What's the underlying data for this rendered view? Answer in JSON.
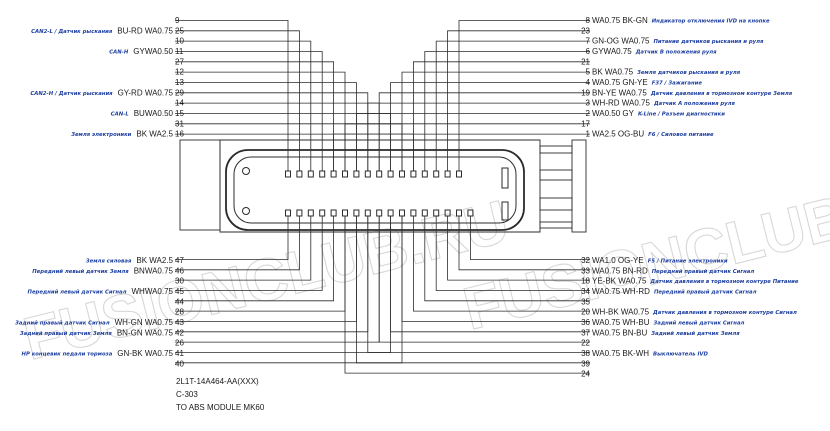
{
  "watermark": "FUSIONCLUB.RU",
  "caption": [
    "2L1T-14A464-AA(XXX)",
    "C-303",
    "TO ABS MODULE MK60"
  ],
  "colors": {
    "wire": "#2b2b2b",
    "note": "#1d3fa0"
  },
  "left_top": [
    {
      "pin": "9",
      "wire": "",
      "note": ""
    },
    {
      "pin": "25",
      "wire": "BU-RD WA0.75",
      "note": "CAN2-L / Датчик рыскания"
    },
    {
      "pin": "10",
      "wire": "",
      "note": ""
    },
    {
      "pin": "11",
      "wire": "GYWA0.50",
      "note": "CAN-H"
    },
    {
      "pin": "27",
      "wire": "",
      "note": ""
    },
    {
      "pin": "12",
      "wire": "",
      "note": ""
    },
    {
      "pin": "13",
      "wire": "",
      "note": ""
    },
    {
      "pin": "29",
      "wire": "GY-RD WA0.75",
      "note": "CAN2-H / Датчик рыскания"
    },
    {
      "pin": "14",
      "wire": "",
      "note": ""
    },
    {
      "pin": "15",
      "wire": "BUWA0.50",
      "note": "CAN-L"
    },
    {
      "pin": "31",
      "wire": "",
      "note": ""
    },
    {
      "pin": "16",
      "wire": "BK WA2.5",
      "note": "Земля электроники"
    }
  ],
  "right_top": [
    {
      "pin": "8",
      "wire": "WA0.75 BK-GN",
      "note": "Индикатор отключения IVD на кнопке"
    },
    {
      "pin": "23",
      "wire": "",
      "note": ""
    },
    {
      "pin": "7",
      "wire": "GN-OG WA0.75",
      "note": "Питание датчиков рыскания и руля"
    },
    {
      "pin": "6",
      "wire": "GYWA0.75",
      "note": "Датчик В положения руля"
    },
    {
      "pin": "21",
      "wire": "",
      "note": ""
    },
    {
      "pin": "5",
      "wire": "BK WA0.75",
      "note": "Земля датчиков рыскания и руля"
    },
    {
      "pin": "4",
      "wire": "WA0.75 GN-YE",
      "note": "F37 / Зажигание"
    },
    {
      "pin": "19",
      "wire": "BN-YE WA0.75",
      "note": "Датчик давления в тормозном контуре Земля"
    },
    {
      "pin": "3",
      "wire": "WH-RD WA0.75",
      "note": "Датчик А положения руля"
    },
    {
      "pin": "2",
      "wire": "WA0.50 GY",
      "note": "K-Line / Разъем диагностики"
    },
    {
      "pin": "17",
      "wire": "",
      "note": ""
    },
    {
      "pin": "1",
      "wire": "WA2.5 OG-BU",
      "note": "F6 / Силовое питание"
    }
  ],
  "left_bottom": [
    {
      "pin": "47",
      "wire": "BK WA2.5",
      "note": "Земля силовая"
    },
    {
      "pin": "46",
      "wire": "BNWA0.75",
      "note": "Передний левый датчик Земля"
    },
    {
      "pin": "30",
      "wire": "",
      "note": ""
    },
    {
      "pin": "45",
      "wire": "WHWA0.75",
      "note": "Передний левый датчик Сигнал"
    },
    {
      "pin": "44",
      "wire": "",
      "note": ""
    },
    {
      "pin": "28",
      "wire": "",
      "note": ""
    },
    {
      "pin": "43",
      "wire": "WH-GN WA0.75",
      "note": "Задний правый датчик Сигнал"
    },
    {
      "pin": "42",
      "wire": "BN-GN WA0.75",
      "note": "Задний правый датчик Земля"
    },
    {
      "pin": "26",
      "wire": "",
      "note": ""
    },
    {
      "pin": "41",
      "wire": "GN-BK WA0.75",
      "note": "HP концевик педали тормоза"
    },
    {
      "pin": "40",
      "wire": "",
      "note": ""
    }
  ],
  "right_bottom": [
    {
      "pin": "32",
      "wire": "WA1.0 OG-YE",
      "note": "F5 / Питание электроники"
    },
    {
      "pin": "33",
      "wire": "WA0.75 BN-RD",
      "note": "Передний правый датчик Сигнал"
    },
    {
      "pin": "18",
      "wire": "YE-BK WA0.75",
      "note": "Датчик давления в тормозном контуре Питание"
    },
    {
      "pin": "34",
      "wire": "WA0.75 WH-RD",
      "note": "Передний правый датчик Сигнал"
    },
    {
      "pin": "35",
      "wire": "",
      "note": ""
    },
    {
      "pin": "20",
      "wire": "WH-BK WA0.75",
      "note": "Датчик давления в тормозном контуре Сигнал"
    },
    {
      "pin": "36",
      "wire": "WA0.75 WH-BU",
      "note": "Задний левый датчик Сигнал"
    },
    {
      "pin": "37",
      "wire": "WA0.75 BN-BU",
      "note": "Задний левый датчик Земля"
    },
    {
      "pin": "22",
      "wire": "",
      "note": ""
    },
    {
      "pin": "38",
      "wire": "WA0.75 BK-WH",
      "note": "Выключатель IVD"
    },
    {
      "pin": "39",
      "wire": "",
      "note": ""
    },
    {
      "pin": "24",
      "wire": "",
      "note": ""
    }
  ]
}
